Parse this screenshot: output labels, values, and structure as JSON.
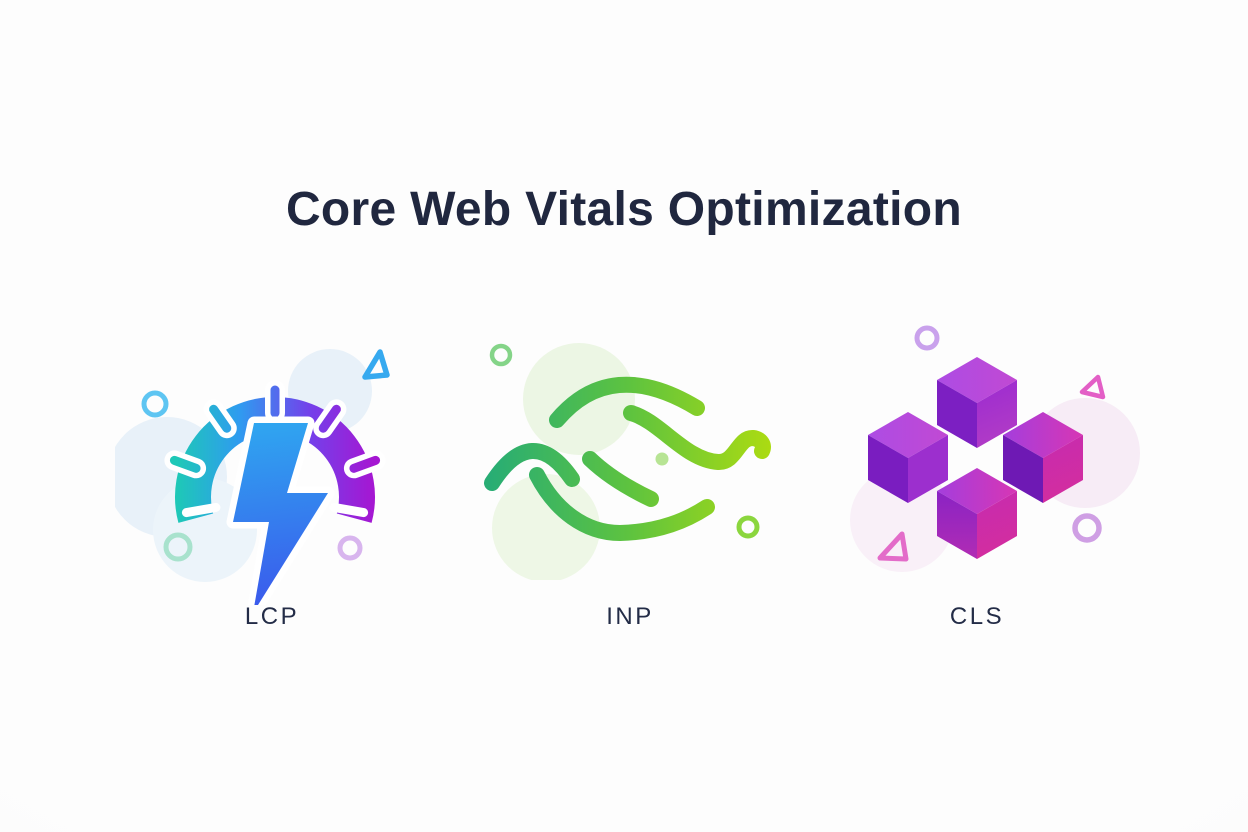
{
  "page": {
    "background_color": "#fbfbfb",
    "title": "Core Web Vitals Optimization",
    "title_color": "#20273f",
    "label_color": "#232c47"
  },
  "metrics": [
    {
      "label": "LCP",
      "icon": "speedometer-lightning-icon",
      "palette": {
        "gauge_gradient": [
          "#1ec8b7",
          "#2f9bf0",
          "#7440ea",
          "#a517d2"
        ],
        "bolt_gradient": [
          "#2fa7f0",
          "#3b55ec"
        ],
        "blob": "#e8f1f9"
      },
      "decor": [
        "light-blue-ring",
        "blue-triangle-outline",
        "mint-ring",
        "lavender-ring"
      ]
    },
    {
      "label": "INP",
      "icon": "motion-waves-icon",
      "palette": {
        "wave_gradient": [
          "#28ad74",
          "#5ec33f",
          "#abdb12"
        ],
        "blob": "#ecf6e4"
      },
      "decor": [
        "green-ring",
        "lime-ring",
        "green-dot"
      ]
    },
    {
      "label": "CLS",
      "icon": "isometric-cubes-icon",
      "palette": {
        "cube_top_purple": [
          "#ad4ce4",
          "#c149d3"
        ],
        "cube_top_magenta": [
          "#a43edd",
          "#d736b4"
        ],
        "cube_left_dark": "#7c1fc2",
        "cube_right_magenta": [
          "#c62cb0",
          "#d32d9f"
        ],
        "blob": "#f7ecf6"
      },
      "decor": [
        "lavender-ring",
        "pink-triangle-outline",
        "lavender-ring",
        "pink-triangle-outline"
      ]
    }
  ]
}
